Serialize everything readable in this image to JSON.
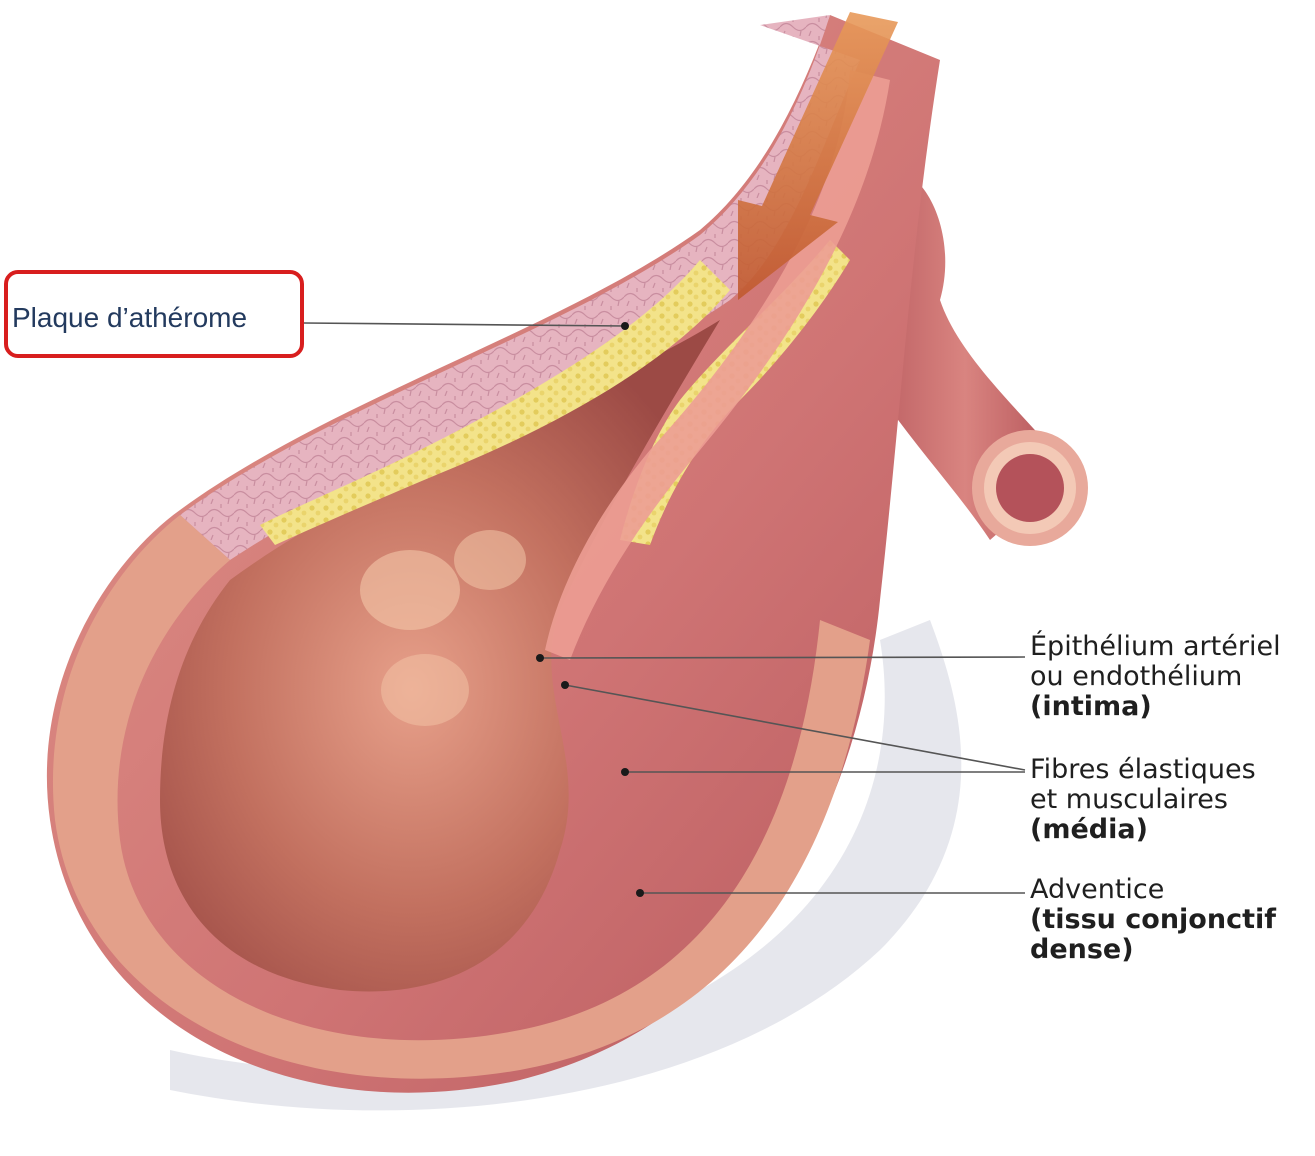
{
  "labels": {
    "plaque": "Plaque d’athérome",
    "intima": {
      "line1": "Épithélium artériel",
      "line2": "ou endothélium",
      "line3": "(intima)"
    },
    "media": {
      "line1": "Fibres élastiques",
      "line2": "et musculaires",
      "line3": "(média)"
    },
    "adventice": {
      "line1": "Adventice",
      "line2": "(tissu conjonctif",
      "line3": "dense)"
    }
  },
  "highlight": {
    "color": "#d81e1e"
  },
  "colors": {
    "wall_outer": "#c96a6a",
    "wall_light": "#e89a8f",
    "lumen": "#b86457",
    "plaque": "#f2e27a",
    "intima_pink": "#e3b3bf",
    "arrow": "#d2773f",
    "leader_line": "#555555"
  }
}
